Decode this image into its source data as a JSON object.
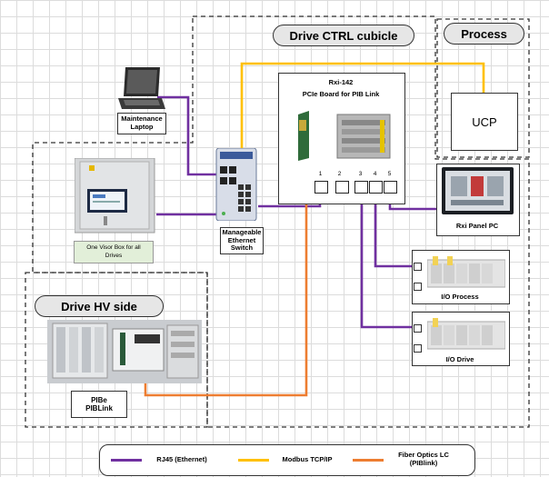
{
  "zones": {
    "drive_ctrl": "Drive CTRL cubicle",
    "process": "Process",
    "drive_hv": "Drive HV side"
  },
  "devices": {
    "laptop": "Maintenance\nLaptop",
    "switch": "Manageable\nEthernet\nSwitch",
    "visor_box": "One Visor Box for all\nDrives",
    "rxi_board_line1": "Rxi-142",
    "rxi_board_line2": "PCIe Board for PIB Link",
    "ucp": "UCP",
    "rxi_panel": "Rxi Panel PC",
    "io_process": "I/O Process",
    "io_drive": "I/O Drive",
    "pibe": "PIBe\nPIBLink"
  },
  "ports": [
    "1",
    "2",
    "3",
    "4",
    "5"
  ],
  "legend": {
    "rj45": "RJ45 (Ethernet)",
    "modbus": "Modbus TCP/IP",
    "fiber": "Fiber Optics LC\n(PIBlink)"
  },
  "colors": {
    "rj45": "#7030a0",
    "modbus": "#ffc000",
    "fiber": "#ed7d31",
    "fiber_red": "#e0201b"
  }
}
